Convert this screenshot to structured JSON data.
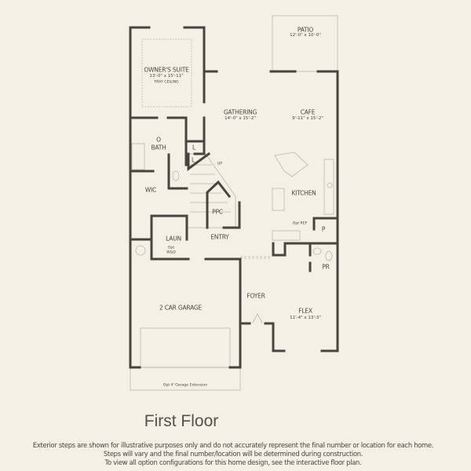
{
  "plan": {
    "title": "First Floor",
    "wall_color": "#4a443e",
    "background_color": "#f3f0e6",
    "rooms": {
      "owners_suite": {
        "name": "OWNER'S SUITE",
        "dims": "13'-0\" x 15'-11\"",
        "note": "TRAY CEILING"
      },
      "patio": {
        "name": "PATIO",
        "dims": "12'-0\" x 10'-0\""
      },
      "gathering": {
        "name": "GATHERING",
        "dims": "14'-0\" x 15'-2\""
      },
      "cafe": {
        "name": "CAFE",
        "dims": "9'-11\" x 15'-2\""
      },
      "bath": {
        "name": "BATH",
        "prefix": "O"
      },
      "linen1": {
        "name": "L"
      },
      "linen2": {
        "name": "L"
      },
      "stairs": {
        "name": "UP"
      },
      "wic": {
        "name": "WIC"
      },
      "kitchen": {
        "name": "KITCHEN"
      },
      "ppc": {
        "name": "PPC"
      },
      "opt_ref": {
        "name": "Opt REF"
      },
      "pantry": {
        "name": "P"
      },
      "laundry": {
        "name": "LAUN",
        "opt1": "Opt",
        "opt2": "W&D"
      },
      "entry": {
        "name": "ENTRY"
      },
      "powder": {
        "name": "PR"
      },
      "foyer": {
        "name": "FOYER"
      },
      "garage": {
        "name": "2 CAR GARAGE"
      },
      "flex": {
        "name": "FLEX",
        "dims": "11'-4\" x 13'-3\""
      },
      "garage_ext": {
        "name": "Opt 4' Garage Extension"
      }
    }
  },
  "notes": [
    "Exterior steps are shown for illustrative purposes only and do not accurately represent the final number or location for each home.",
    "Steps will vary and the final number/location will be determined during construction.",
    "To view all option configurations for this home design, see the interactive floor plan."
  ]
}
